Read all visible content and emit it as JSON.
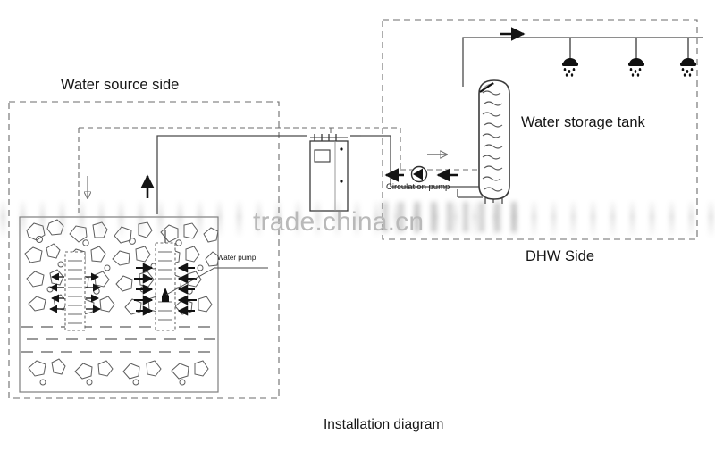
{
  "diagram": {
    "caption": "Installation diagram",
    "watermark": "trade.china.cn",
    "labels": {
      "water_source_side": "Water source side",
      "dhw_side": "DHW Side",
      "water_storage_tank": "Water storage tank",
      "circulation_pump": "Circulation pump",
      "water_pump": "Water pump"
    },
    "zones": [
      {
        "name": "water-source-zone",
        "label": "Water source side",
        "style": "dashed-box"
      },
      {
        "name": "dhw-zone",
        "label": "DHW Side",
        "style": "dashed-box"
      }
    ],
    "components": [
      {
        "name": "heat-pump-unit",
        "type": "cabinet",
        "label": ""
      },
      {
        "name": "water-storage-tank",
        "type": "vertical-cylinder",
        "label": "Water storage tank"
      },
      {
        "name": "circulation-pump",
        "type": "centrifugal-pump",
        "label": "Circulation pump"
      },
      {
        "name": "submersible-water-pump",
        "type": "well-pump",
        "label": "Water pump"
      },
      {
        "name": "shower-head",
        "type": "fixture",
        "count": 3,
        "label": ""
      },
      {
        "name": "ground-water-well",
        "type": "aquifer",
        "label": ""
      }
    ],
    "flow_arrows": [
      {
        "name": "hot-water-supply-arrow",
        "direction": "right"
      },
      {
        "name": "source-return-arrow",
        "direction": "down"
      },
      {
        "name": "source-supply-arrow",
        "direction": "up"
      },
      {
        "name": "tank-feed-arrow",
        "direction": "right"
      },
      {
        "name": "circulation-return-arrow-left",
        "direction": "left"
      },
      {
        "name": "circulation-return-arrow-right",
        "direction": "left"
      }
    ],
    "colors": {
      "line": "#3a3a3a",
      "dashed": "#6b6b6b",
      "fill_dark": "#111111",
      "watermark": "#b9b9b9",
      "background": "#ffffff"
    }
  }
}
